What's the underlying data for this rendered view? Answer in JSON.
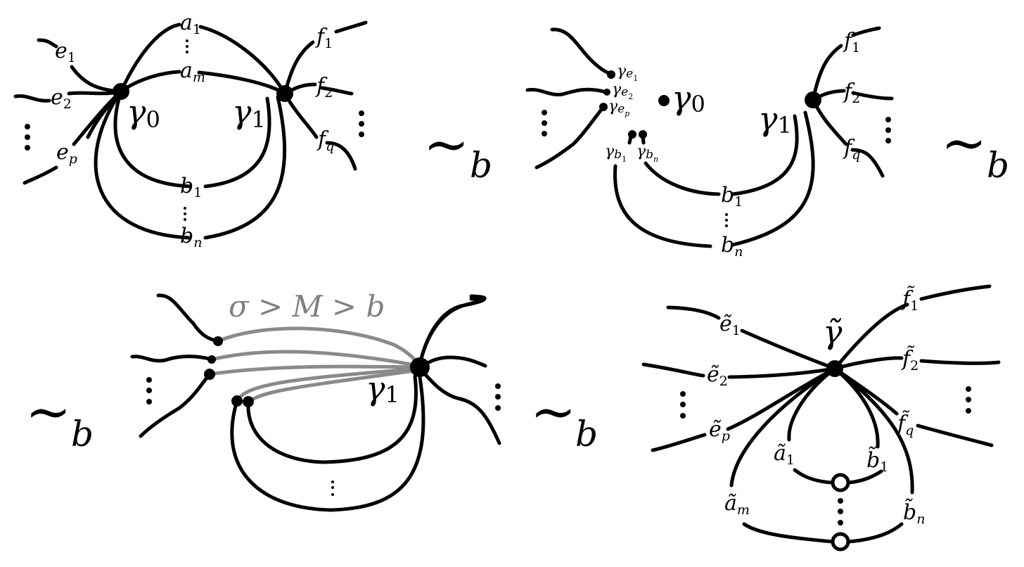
{
  "figure": {
    "description": "Graph contraction equivalence sequence under relation ~b",
    "colors": {
      "edge": "#000000",
      "highlight_edge": "#8a8a8a",
      "highlight_label": "#808080",
      "background": "#ffffff"
    },
    "equivalence": {
      "symbol": "~",
      "subscript": "b"
    },
    "panels": [
      {
        "id": "panel-1",
        "vertices": [
          {
            "label": "γ",
            "sub": "0"
          },
          {
            "label": "γ",
            "sub": "1"
          }
        ],
        "edges_top": [
          {
            "label": "a",
            "sub": "1"
          },
          {
            "label": "a",
            "sub": "m"
          }
        ],
        "edges_bottom": [
          {
            "label": "b",
            "sub": "1"
          },
          {
            "label": "b",
            "sub": "n"
          }
        ],
        "edges_left": [
          {
            "label": "e",
            "sub": "1"
          },
          {
            "label": "e",
            "sub": "2"
          },
          {
            "label": "e",
            "sub": "p"
          }
        ],
        "edges_right": [
          {
            "label": "f",
            "sub": "1"
          },
          {
            "label": "f",
            "sub": "2"
          },
          {
            "label": "f",
            "sub": "q"
          }
        ],
        "ellipsis": "⋮"
      },
      {
        "id": "panel-2",
        "vertices": [
          {
            "label": "γ",
            "sub": "0"
          },
          {
            "label": "γ",
            "sub": "1"
          }
        ],
        "split_vertices": [
          {
            "label": "γ",
            "sub": "e",
            "subsub": "1"
          },
          {
            "label": "γ",
            "sub": "e",
            "subsub": "2"
          },
          {
            "label": "γ",
            "sub": "e",
            "subsub": "p"
          },
          {
            "label": "γ",
            "sub": "b",
            "subsub": "1"
          },
          {
            "label": "γ",
            "sub": "b",
            "subsub": "n"
          }
        ],
        "edges_bottom": [
          {
            "label": "b",
            "sub": "1"
          },
          {
            "label": "b",
            "sub": "n"
          }
        ],
        "edges_right": [
          {
            "label": "f",
            "sub": "1"
          },
          {
            "label": "f",
            "sub": "2"
          },
          {
            "label": "f",
            "sub": "q"
          }
        ],
        "ellipsis": "⋮"
      },
      {
        "id": "panel-3",
        "condition": "σ > M > b",
        "vertices": [
          {
            "label": "γ",
            "sub": "1"
          }
        ],
        "ellipsis": "⋮"
      },
      {
        "id": "panel-4",
        "vertices": [
          {
            "label": "γ̃",
            "sub": ""
          }
        ],
        "edges_left": [
          {
            "label": "ẽ",
            "sub": "1"
          },
          {
            "label": "ẽ",
            "sub": "2"
          },
          {
            "label": "ẽ",
            "sub": "p"
          }
        ],
        "edges_right": [
          {
            "label": "f̃",
            "sub": "1"
          },
          {
            "label": "f̃",
            "sub": "2"
          },
          {
            "label": "f̃",
            "sub": "q"
          }
        ],
        "edges_loops": [
          {
            "label": "ã",
            "sub": "1"
          },
          {
            "label": "ã",
            "sub": "m"
          },
          {
            "label": "b̃",
            "sub": "1"
          },
          {
            "label": "b̃",
            "sub": "n"
          }
        ],
        "ellipsis": "⋮"
      }
    ]
  }
}
